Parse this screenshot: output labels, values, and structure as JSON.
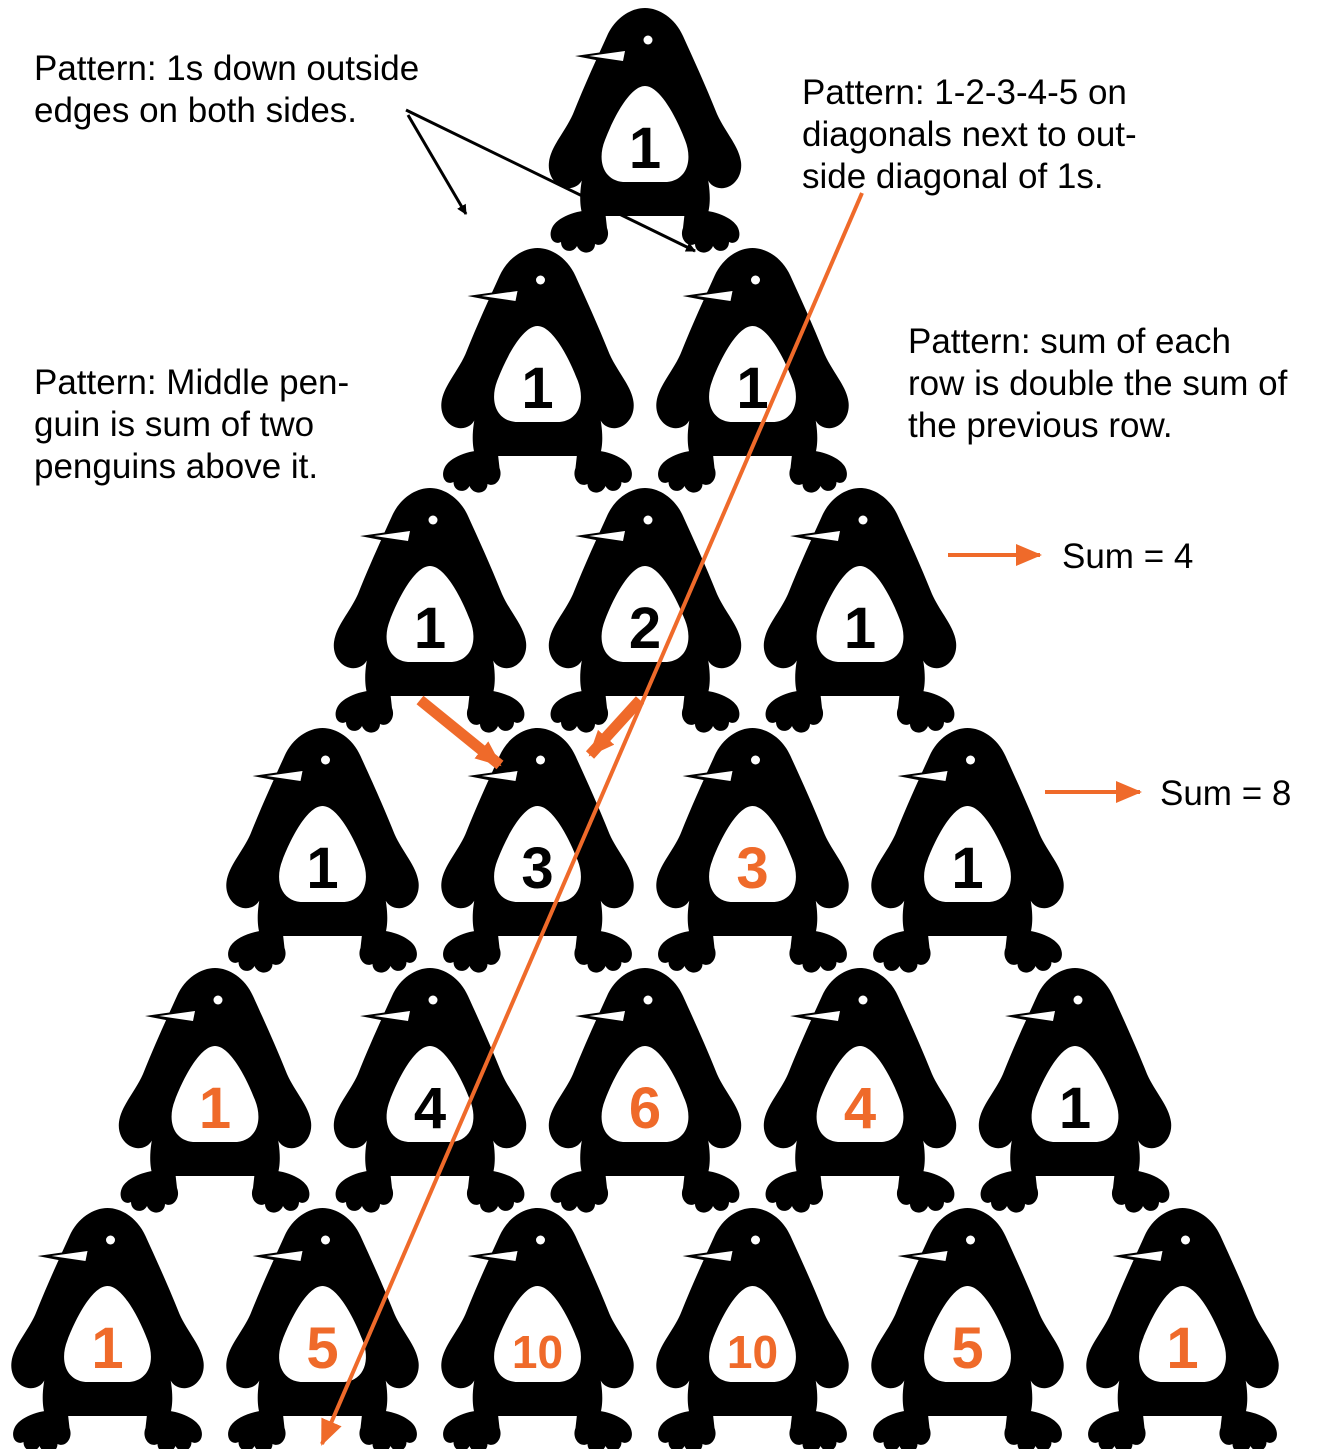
{
  "accent_color": "#ef6a2a",
  "ink_color": "#000000",
  "notes": {
    "edges": "Pattern:  1s down outside\nedges on both sides.",
    "diagonals": "Pattern:  1-2-3-4-5 on\ndiagonals next to out-\nside diagonal of 1s.",
    "middle": "Pattern:  Middle pen-\nguin is sum of two\npenguins above it.",
    "rowsum": "Pattern:  sum of each\nrow is double the sum of\nthe previous row."
  },
  "sums": {
    "row3": "Sum = 4",
    "row4": "Sum = 8"
  },
  "rows": [
    {
      "values": [
        "1"
      ],
      "highlight": [
        false
      ]
    },
    {
      "values": [
        "1",
        "1"
      ],
      "highlight": [
        false,
        false
      ]
    },
    {
      "values": [
        "1",
        "2",
        "1"
      ],
      "highlight": [
        false,
        false,
        false
      ]
    },
    {
      "values": [
        "1",
        "3",
        "3",
        "1"
      ],
      "highlight": [
        false,
        false,
        true,
        false
      ]
    },
    {
      "values": [
        "1",
        "4",
        "6",
        "4",
        "1"
      ],
      "highlight": [
        true,
        false,
        true,
        true,
        false
      ]
    },
    {
      "values": [
        "1",
        "5",
        "10",
        "10",
        "5",
        "1"
      ],
      "highlight": [
        true,
        true,
        true,
        true,
        true,
        true
      ]
    }
  ]
}
